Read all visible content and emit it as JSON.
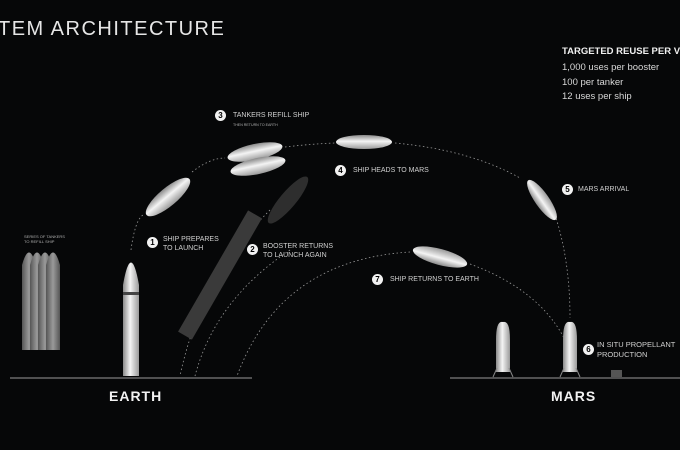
{
  "title": "TEM ARCHITECTURE",
  "reuse": {
    "heading": "TARGETED REUSE PER VEH",
    "lines": [
      "1,000 uses per booster",
      "100 per tanker",
      "12 uses per ship"
    ]
  },
  "steps": [
    {
      "n": "1",
      "line1": "SHIP PREPARES",
      "line2": "TO LAUNCH"
    },
    {
      "n": "2",
      "line1": "BOOSTER RETURNS",
      "line2": "TO LAUNCH AGAIN"
    },
    {
      "n": "3",
      "line1": "TANKERS REFILL SHIP",
      "sub": "THEN RETURN TO EARTH"
    },
    {
      "n": "4",
      "line1": "SHIP HEADS TO MARS"
    },
    {
      "n": "5",
      "line1": "MARS ARRIVAL"
    },
    {
      "n": "6",
      "line1": "IN SITU PROPELLANT",
      "line2": "PRODUCTION"
    },
    {
      "n": "7",
      "line1": "SHIP RETURNS TO EARTH"
    }
  ],
  "tankers_note": {
    "line1": "SERIES OF TANKERS",
    "line2": "TO REFILL SHIP"
  },
  "planets": {
    "earth": "EARTH",
    "mars": "MARS"
  }
}
